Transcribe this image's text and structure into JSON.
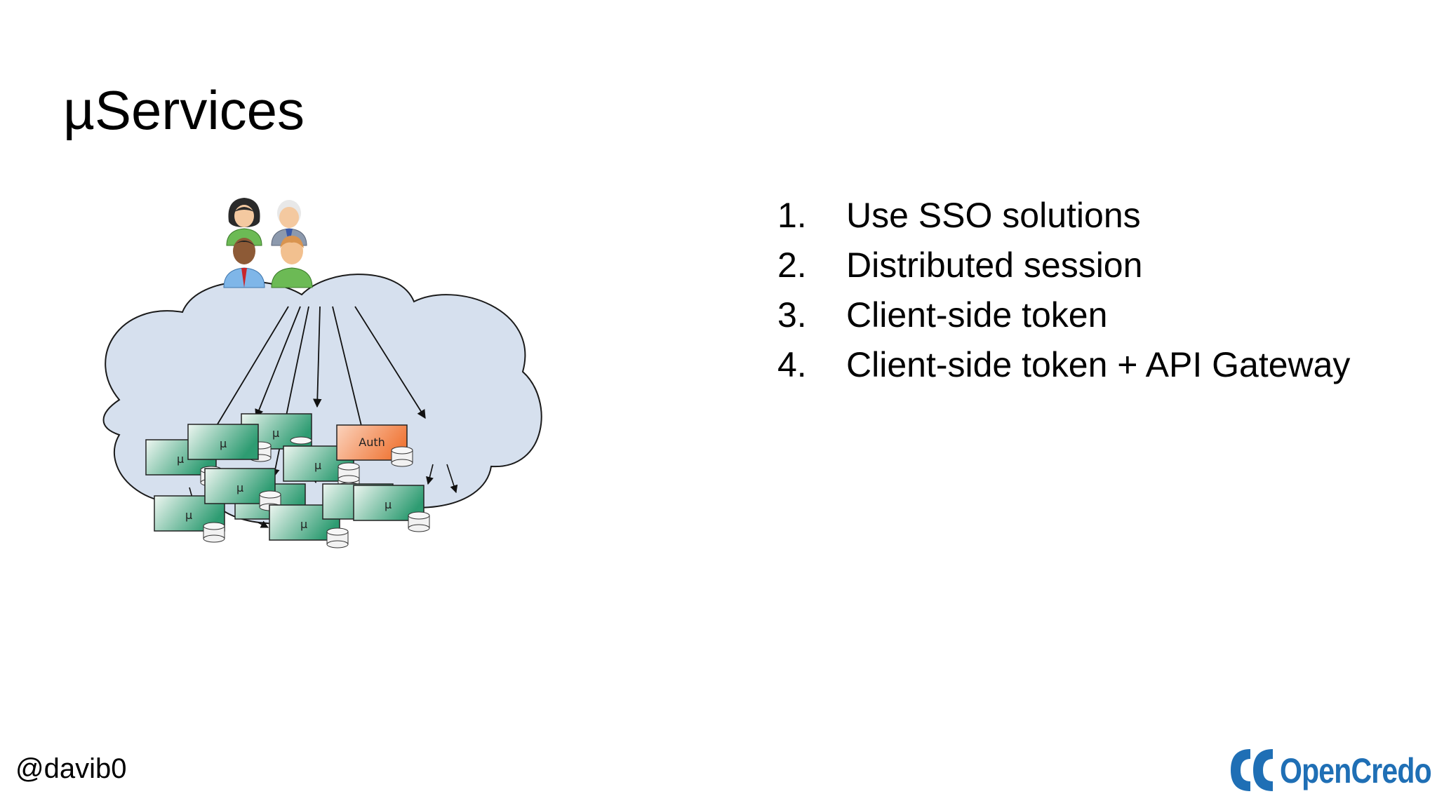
{
  "slide": {
    "title": "µServices",
    "handle": "@davib0",
    "brand": "OpenCredo",
    "brand_color": "#1f6fb5"
  },
  "diagram": {
    "service_label": "µ",
    "auth_label": "Auth",
    "users": [
      "woman-user-icon",
      "elder-user-icon",
      "man-user-icon",
      "user-icon"
    ],
    "colors": {
      "cloud": "#d6e0ee",
      "service_top": "#2e9c72",
      "service_bottom": "#eef6f1",
      "auth": "#f07a3c"
    }
  },
  "points": [
    {
      "num": "1.",
      "text": "Use SSO solutions"
    },
    {
      "num": "2.",
      "text": "Distributed session"
    },
    {
      "num": "3.",
      "text": "Client-side token"
    },
    {
      "num": "4.",
      "text": "Client-side token + API Gateway"
    }
  ]
}
